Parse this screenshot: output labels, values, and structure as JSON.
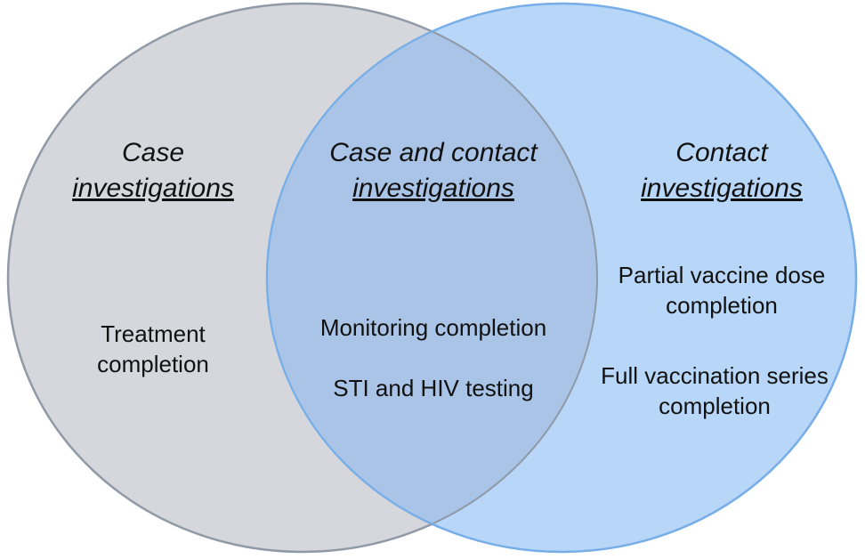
{
  "colors": {
    "left_fill": "#d5d7dc",
    "left_stroke": "#9a9ca1",
    "right_fill": "#b8d6f7",
    "right_stroke": "#78aee8",
    "overlap_fill": "#a9c4e6"
  },
  "left": {
    "heading_line1": "Case",
    "heading_line2": "investigations",
    "items": [
      {
        "line1": "Treatment",
        "line2": "completion"
      }
    ]
  },
  "overlap": {
    "heading_line1": "Case and contact",
    "heading_line2": "investigations",
    "items": [
      {
        "text": "Monitoring completion"
      },
      {
        "text": "STI and HIV testing"
      }
    ]
  },
  "right": {
    "heading_line1": "Contact",
    "heading_line2": "investigations",
    "items": [
      {
        "line1": "Partial vaccine dose",
        "line2": "completion"
      },
      {
        "line1": "Full vaccination series",
        "line2": "completion"
      }
    ]
  }
}
